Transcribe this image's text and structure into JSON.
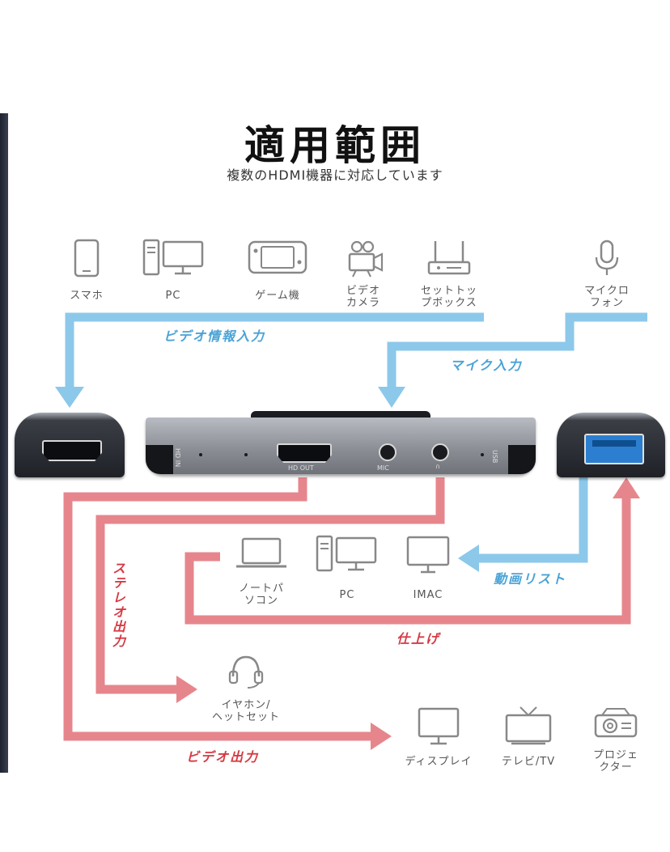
{
  "header": {
    "title": "適用範囲",
    "subtitle": "複数のHDMI機器に対応しています"
  },
  "sources": [
    {
      "label": "スマホ",
      "icon": "smartphone-icon"
    },
    {
      "label": "PC",
      "icon": "desktop-pc-icon"
    },
    {
      "label": "ゲーム機",
      "icon": "game-console-icon"
    },
    {
      "label": "ビデオ\nカメラ",
      "icon": "video-camera-icon"
    },
    {
      "label": "セットトッ\nプボックス",
      "icon": "set-top-box-icon"
    },
    {
      "label": "マイクロ\nフォン",
      "icon": "microphone-icon"
    }
  ],
  "flows": {
    "video_input": "ビデオ情報入力",
    "mic_input": "マイク入力",
    "video_list": "動画リスト",
    "finish": "仕上げ",
    "stereo_output": "ステレオ出力",
    "video_output": "ビデオ出力"
  },
  "device": {
    "port_hdmi_in": "HD IN",
    "port_hd_out": "HD OUT",
    "port_mic": "MIC",
    "port_usb": "USB"
  },
  "pcs": [
    {
      "label": "ノートパ\nソコン",
      "icon": "laptop-icon"
    },
    {
      "label": "PC",
      "icon": "desktop-pc-icon"
    },
    {
      "label": "IMAC",
      "icon": "imac-icon"
    }
  ],
  "headset": {
    "label": "イヤホン/\nヘットセット",
    "icon": "headset-icon"
  },
  "outputs": [
    {
      "label": "ディスプレイ",
      "icon": "monitor-icon"
    },
    {
      "label": "テレビ/TV",
      "icon": "tv-icon"
    },
    {
      "label": "プロジェ\nクター",
      "icon": "projector-icon"
    }
  ],
  "colors": {
    "blue_arrow": "#8cc8ea",
    "red_arrow": "#e6868c",
    "device_body": "#8c8f96"
  }
}
